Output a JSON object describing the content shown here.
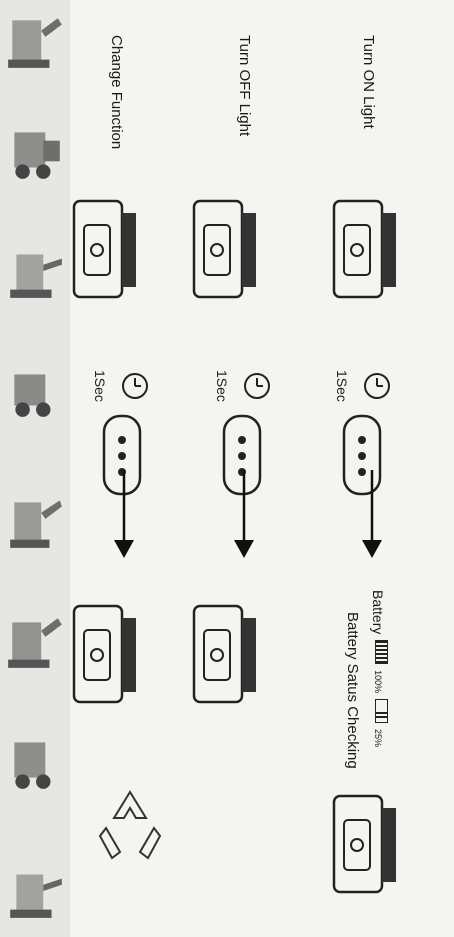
{
  "steps": [
    {
      "label": "Turn ON Light"
    },
    {
      "label": "Turn OFF Light"
    },
    {
      "label": "Change Function"
    }
  ],
  "timer_label": "1Sec",
  "battery": {
    "label": "Battery",
    "full_pct": "100%",
    "low_pct": "25%",
    "status_label": "Battery Satus Checking"
  },
  "icons": [
    "excavator-icon",
    "loader-icon",
    "crane-icon",
    "alarm-clock-icon",
    "remote-icon",
    "arrow-down-icon",
    "light-unit-icon",
    "recycle-icon"
  ]
}
